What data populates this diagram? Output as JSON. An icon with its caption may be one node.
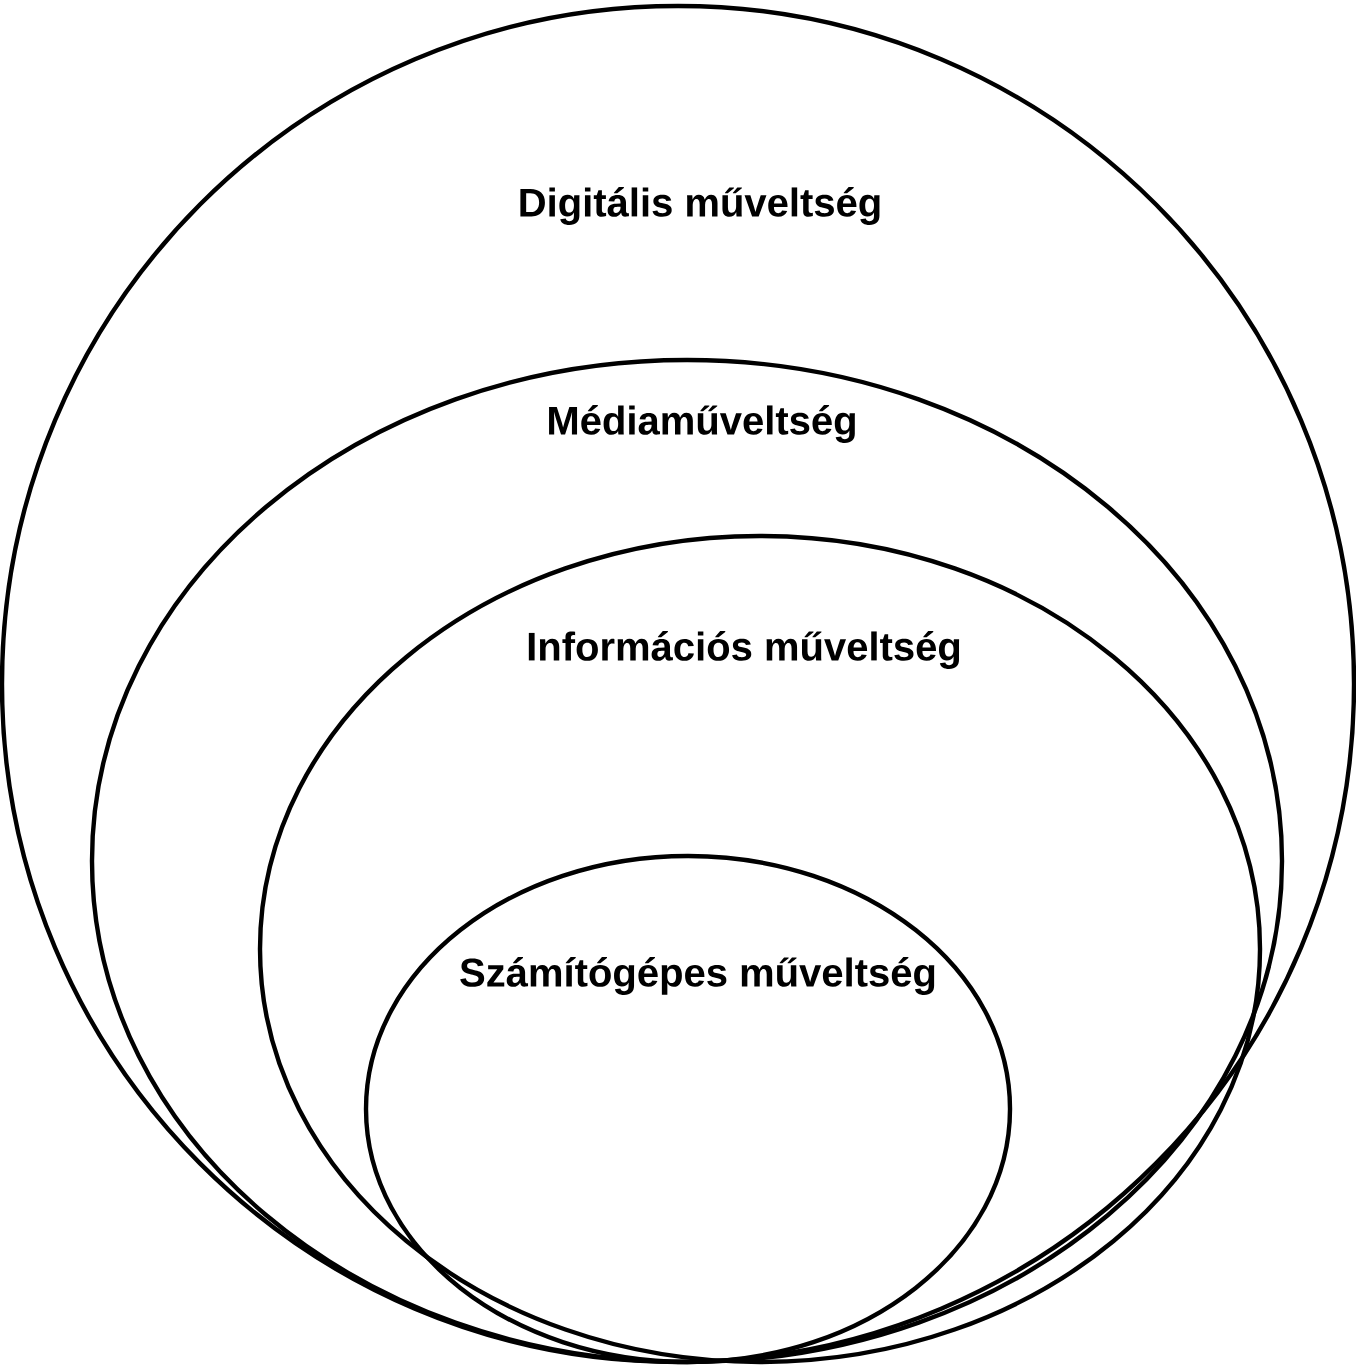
{
  "diagram": {
    "nodes": [
      {
        "text": [
          "Digitális műveltség"
        ]
      },
      {
        "text": [
          "Médiaműveltség"
        ],
        "in": 0
      },
      {
        "text": [
          "Információs műveltség"
        ],
        "in": 1
      },
      {
        "text": [
          "Számítógépes műveltség"
        ],
        "in": 2
      }
    ]
  }
}
